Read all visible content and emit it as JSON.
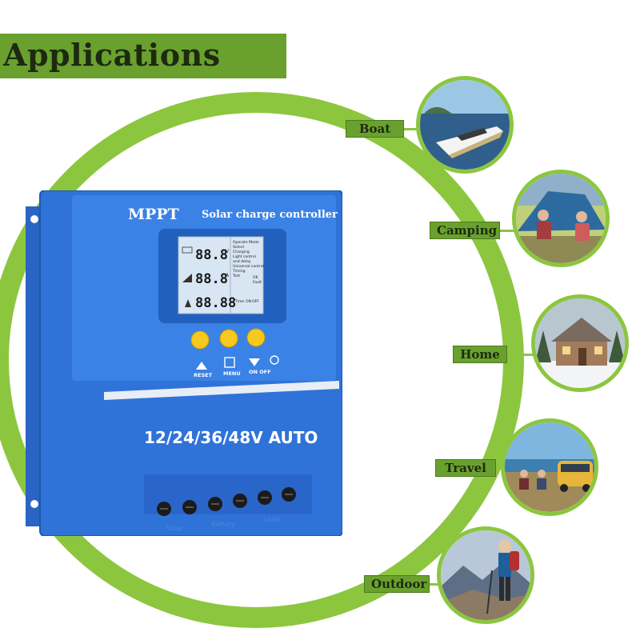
{
  "header": {
    "title": "Applications"
  },
  "device": {
    "brand": "MPPT",
    "subtitle": "Solar charge controller",
    "digits": [
      "88.8",
      "88.8",
      "88.88"
    ],
    "units": [
      "V",
      "A"
    ],
    "status_lines": [
      "Operate Mode",
      "Select",
      "Charging",
      "Light control",
      "and delay",
      "Universal control",
      "Timing",
      "Test"
    ],
    "status_small": [
      "Time",
      "ON",
      "OFF",
      "OK",
      "Fault"
    ],
    "buttons": {
      "reset": "RESET",
      "menu": "MENU",
      "onoff": "ON OFF"
    },
    "voltage_label": "12/24/36/48V AUTO",
    "terminal_labels": [
      "Solar",
      "Battery",
      "Load"
    ]
  },
  "applications": [
    {
      "label": "Boat"
    },
    {
      "label": "Camping"
    },
    {
      "label": "Home"
    },
    {
      "label": "Travel"
    },
    {
      "label": "Outdoor"
    }
  ],
  "colors": {
    "accent_green": "#8cc63f",
    "banner_green": "#6aa12e",
    "device_blue": "#2c6fd3",
    "button_yellow": "#f7c81e"
  }
}
